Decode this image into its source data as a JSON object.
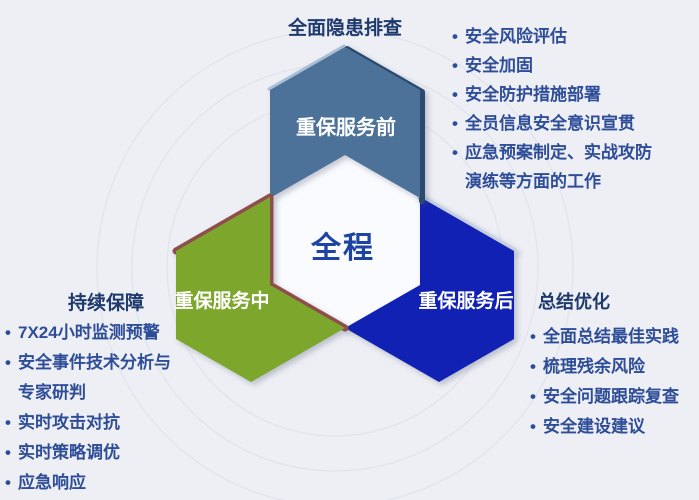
{
  "theme": {
    "bg": "#edeff4",
    "heading-color": "#1e3a6d",
    "item-color": "#2e4d98",
    "center-color": "#1d44a3",
    "label-color": "#ffffff",
    "hex-fill": "#fafbfe",
    "pre-fill": "#4d7299",
    "pre-edge": "#2a4a70",
    "pre-highlight": "#aabfd6",
    "during-fill": "#7ca72c",
    "during-edge": "#8f4e4c",
    "post-fill": "#1021b4",
    "post-edge": "#c6cfe2",
    "watermark": "#e2e5ee"
  },
  "diagram": {
    "center_label": "全程",
    "bullet_glyph": "•",
    "phases": {
      "pre": {
        "label": "重保服务前",
        "heading": "全面隐患排查",
        "items": [
          "安全风险评估",
          "安全加固",
          "安全防护措施部署",
          "全员信息安全意识宣贯",
          "应急预案制定、实战攻防演练等方面的工作"
        ]
      },
      "during": {
        "label": "重保服务中",
        "heading": "持续保障",
        "items": [
          "7X24小时监测预警",
          "安全事件技术分析与专家研判",
          "实时攻击对抗",
          "实时策略调优",
          "应急响应"
        ]
      },
      "post": {
        "label": "重保服务后",
        "heading": "总结优化",
        "items": [
          "全面总结最佳实践",
          "梳理残余风险",
          "安全问题跟踪复查",
          "安全建设建议"
        ]
      }
    }
  }
}
